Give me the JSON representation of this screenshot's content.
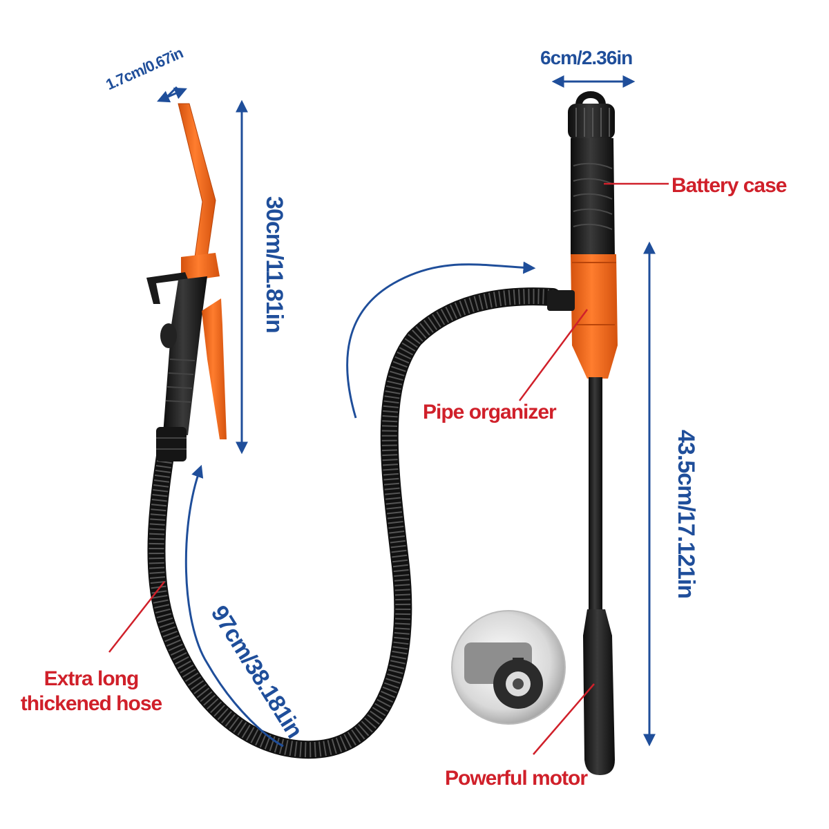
{
  "dimensions": {
    "nozzle_width": "1.7cm/0.67in",
    "top_width": "6cm/2.36in",
    "nozzle_length": "30cm/11.81in",
    "hose_length": "97cm/38.181in",
    "pump_length": "43.5cm/17.121in"
  },
  "callouts": {
    "battery_case": "Battery case",
    "pipe_organizer": "Pipe organizer",
    "hose_line1": "Extra long",
    "hose_line2": "thickened hose",
    "motor": "Powerful motor"
  },
  "colors": {
    "dimension_text": "#1f4e9a",
    "callout_text": "#d0202a",
    "pump_orange": "#f26b1d",
    "pump_black": "#1c1c1c"
  }
}
